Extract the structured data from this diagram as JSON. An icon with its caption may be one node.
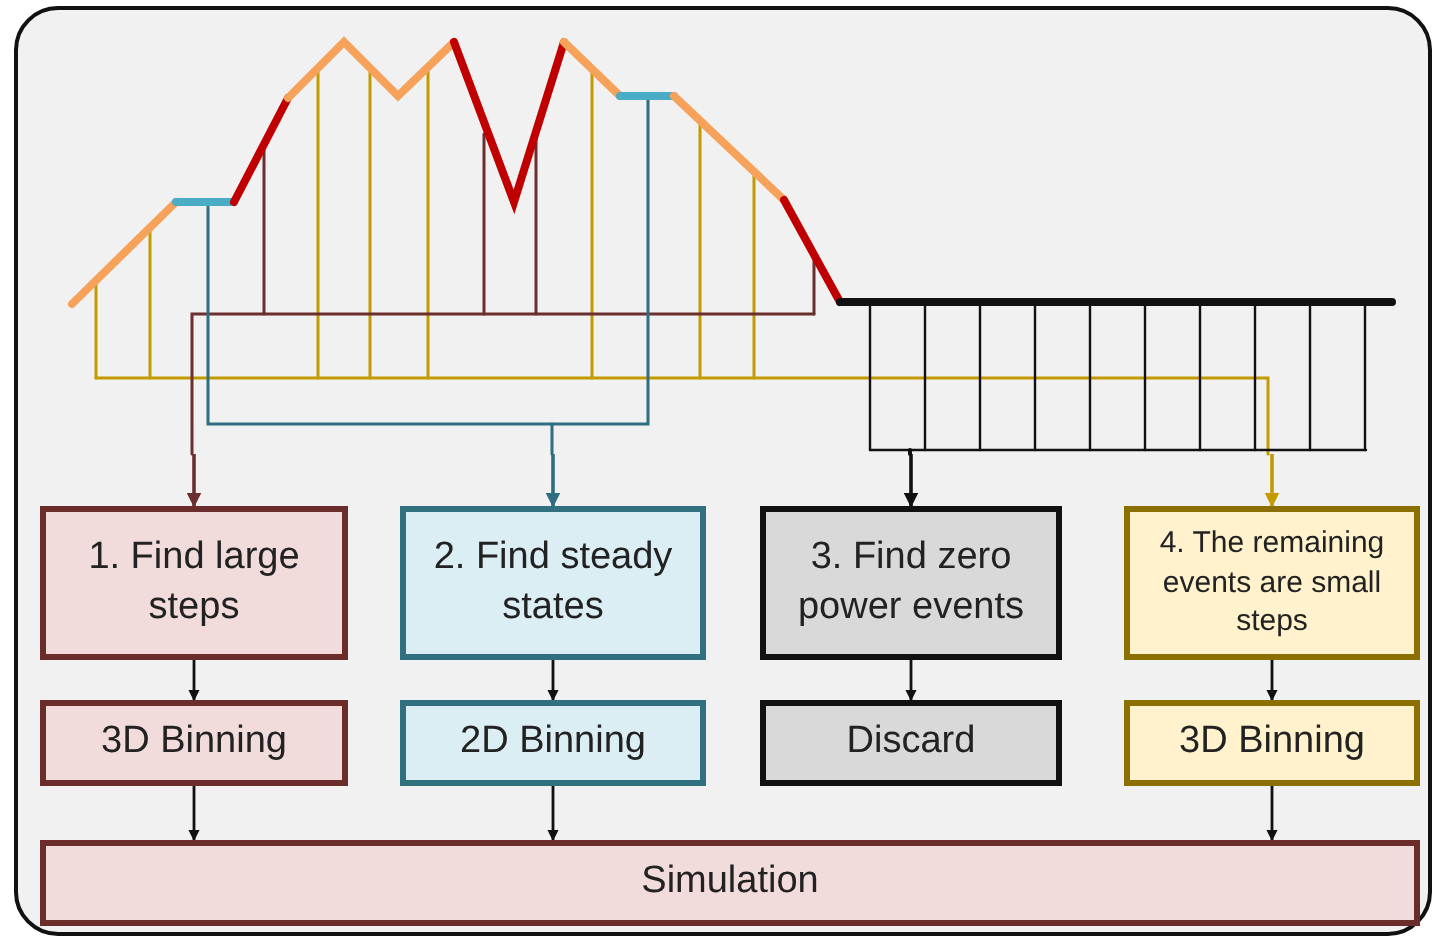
{
  "diagram": {
    "nodes": [
      {
        "text": [],
        "shape": "picture"
      },
      {
        "text": [
          "1. Find large steps"
        ]
      },
      {
        "text": [
          "2. Find steady states"
        ]
      },
      {
        "text": [
          "3. Find zero power events"
        ]
      },
      {
        "text": [
          "4. The remaining events are small steps"
        ]
      },
      {
        "text": [
          "3D Binning"
        ]
      },
      {
        "text": [
          "2D Binning"
        ]
      },
      {
        "text": [
          "Discard"
        ]
      },
      {
        "text": [
          "3D Binning"
        ]
      },
      {
        "text": [
          "Simulation"
        ]
      }
    ],
    "edges": [
      {
        "from": 0,
        "to": 1,
        "arrow": "to",
        "color": "#6b2f2f"
      },
      {
        "from": 0,
        "to": 2,
        "arrow": "to",
        "color": "#2e6e80"
      },
      {
        "from": 0,
        "to": 3,
        "arrow": "to"
      },
      {
        "from": 0,
        "to": 4,
        "arrow": "to",
        "color": "#c39b00"
      },
      {
        "from": 1,
        "to": 5,
        "arrow": "to"
      },
      {
        "from": 2,
        "to": 6,
        "arrow": "to"
      },
      {
        "from": 3,
        "to": 7,
        "arrow": "to"
      },
      {
        "from": 4,
        "to": 8,
        "arrow": "to"
      },
      {
        "from": 5,
        "to": 9,
        "arrow": "to"
      },
      {
        "from": 6,
        "to": 9,
        "arrow": "to"
      },
      {
        "from": 8,
        "to": 9,
        "arrow": "to"
      }
    ]
  }
}
